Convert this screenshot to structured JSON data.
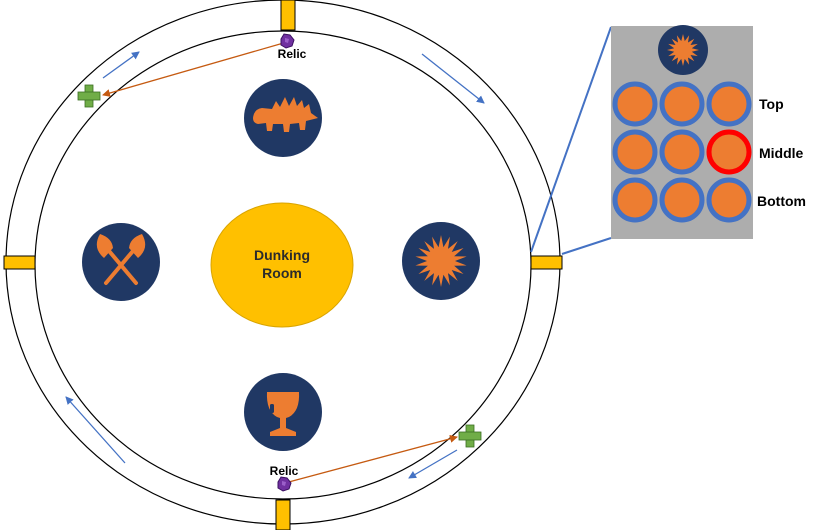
{
  "center_room": {
    "line1": "Dunking",
    "line2": "Room",
    "color": "#FFC000"
  },
  "relics": [
    {
      "label": "Relic"
    },
    {
      "label": "Relic"
    }
  ],
  "icons": {
    "top": "stegosaurus-icon",
    "left": "crossed-axes-icon",
    "right": "sun-icon",
    "bottom": "goblet-icon"
  },
  "panel": {
    "header_icon": "sun-icon",
    "row_labels": [
      "Top",
      "Middle",
      "Bottom"
    ],
    "highlighted": {
      "row": "Middle",
      "column": 3
    }
  },
  "colors": {
    "node_fill": "#203864",
    "icon_fill": "#ED7D31",
    "door": "#FFC000",
    "ring_arrow": "#4472C4",
    "link_line": "#C55A11",
    "plus": "#70AD47",
    "relic": "#7030A0",
    "panel_bg": "#ADADAD",
    "cell_border": "#4472C4",
    "cell_highlight": "#FF0000"
  }
}
